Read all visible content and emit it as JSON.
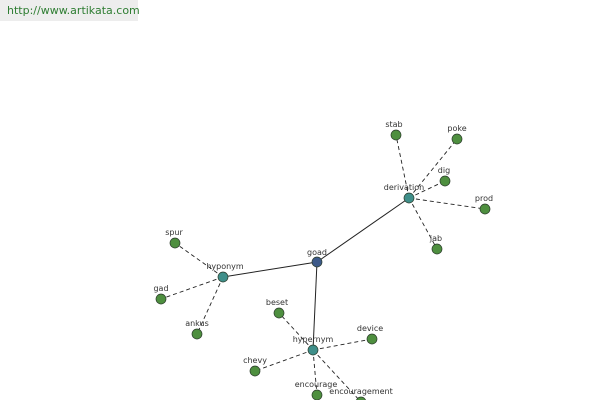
{
  "header": {
    "url": "http://www.artikata.com"
  },
  "colors": {
    "root_node": "#3d5a8a",
    "relation_node": "#3f8f8a",
    "leaf_node": "#4e8f3f",
    "node_stroke": "#2a3a2a",
    "edge": "#222222",
    "link_text": "#2e7d32"
  },
  "graph": {
    "root": {
      "id": "goad",
      "label": "goad"
    },
    "relations": [
      {
        "id": "derivation",
        "label": "derivation",
        "leaves": [
          "stab",
          "poke",
          "dig",
          "prod",
          "jab"
        ]
      },
      {
        "id": "hyponym",
        "label": "hyponym",
        "leaves": [
          "spur",
          "gad",
          "ankus"
        ]
      },
      {
        "id": "hypernym",
        "label": "hypernym",
        "leaves": [
          "beset",
          "device",
          "chevy",
          "encourage",
          "encouragement"
        ]
      }
    ]
  }
}
